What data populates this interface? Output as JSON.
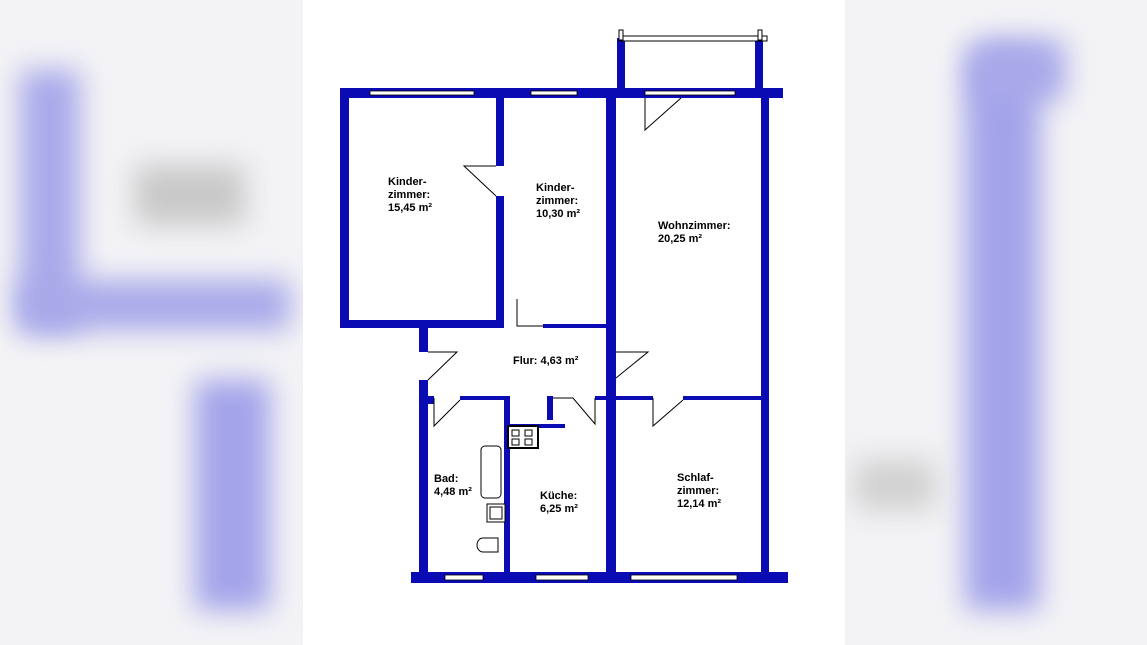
{
  "colors": {
    "wall": "#0b0bb3",
    "window": "#ffffff",
    "line": "#000000",
    "blur_accent": "#8f8fe0",
    "blur_gray": "#c9c9c9"
  },
  "rooms": {
    "kinderzimmer_1": {
      "name": "Kinder-",
      "name_cont": "zimmer:",
      "area": "15,45 m²"
    },
    "kinderzimmer_2": {
      "name": "Kinder-",
      "name_cont": "zimmer:",
      "area": "10,30 m²"
    },
    "wohnzimmer": {
      "name": "Wohnzimmer:",
      "area": "20,25 m²"
    },
    "flur": {
      "name": "Flur: 4,63 m²"
    },
    "bad": {
      "name": "Bad:",
      "area": "4,48 m²"
    },
    "kueche": {
      "name": "Küche:",
      "area": "6,25 m²"
    },
    "schlafzimmer": {
      "name": "Schlaf-",
      "name_cont": "zimmer:",
      "area": "12,14 m²"
    }
  }
}
